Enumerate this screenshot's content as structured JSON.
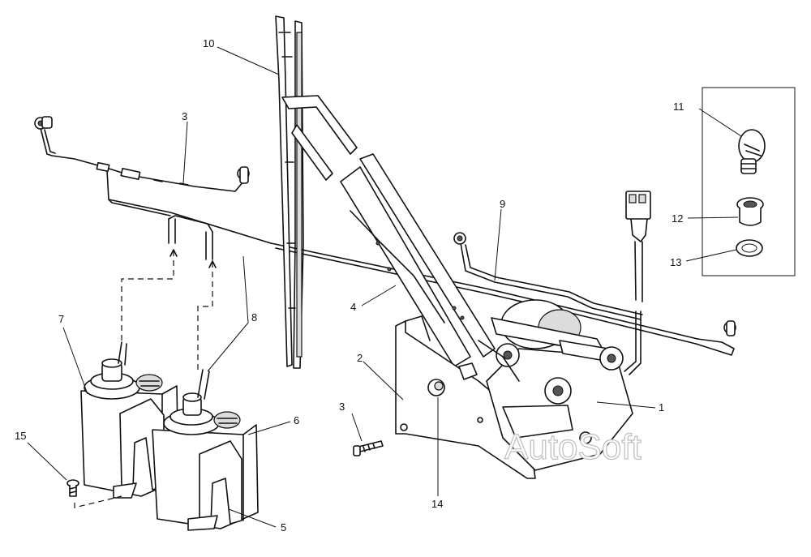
{
  "callouts": [
    {
      "id": "c1",
      "text": "1"
    },
    {
      "id": "c2",
      "text": "2"
    },
    {
      "id": "c3a",
      "text": "3"
    },
    {
      "id": "c3b",
      "text": "3"
    },
    {
      "id": "c4",
      "text": "4"
    },
    {
      "id": "c5",
      "text": "5"
    },
    {
      "id": "c6",
      "text": "6"
    },
    {
      "id": "c7",
      "text": "7"
    },
    {
      "id": "c8",
      "text": "8"
    },
    {
      "id": "c9",
      "text": "9"
    },
    {
      "id": "c10",
      "text": "10"
    },
    {
      "id": "c11",
      "text": "11"
    },
    {
      "id": "c12",
      "text": "12"
    },
    {
      "id": "c13",
      "text": "13"
    },
    {
      "id": "c14",
      "text": "14"
    },
    {
      "id": "c15",
      "text": "15"
    }
  ],
  "watermark": "AutoSoft"
}
